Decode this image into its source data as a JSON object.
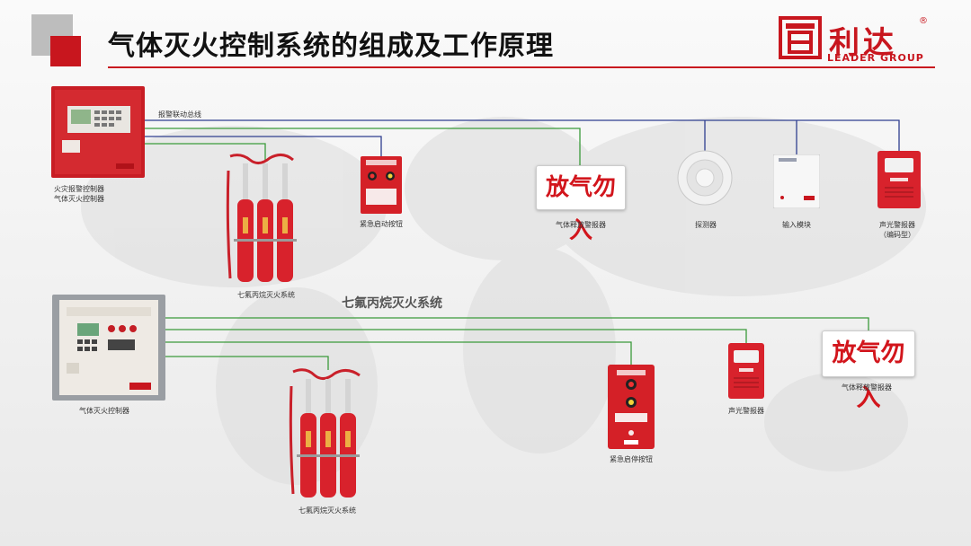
{
  "header": {
    "title": "气体灭火控制系统的组成及工作原理",
    "logo_cn": "利达",
    "logo_en": "LEADER GROUP",
    "logo_mark": "®"
  },
  "colors": {
    "accent_red": "#c8161e",
    "bus_blue": "#2f3e8f",
    "bus_green": "#3a9a3a"
  },
  "top_system": {
    "bus_label": "报警联动总线",
    "devices": [
      {
        "id": "controller",
        "label": "火灾报警控制器\n气体灭火控制器"
      },
      {
        "id": "cylinders",
        "label": "七氟丙烷灭火系统"
      },
      {
        "id": "emergency_button",
        "label": "紧急启动按钮"
      },
      {
        "id": "release_sign",
        "label": "气体释放警报器",
        "sign_text": "放气勿入"
      },
      {
        "id": "detector",
        "label": "探测器"
      },
      {
        "id": "input_module",
        "label": "输入模块"
      },
      {
        "id": "sounder",
        "label": "声光警报器\n（编码型）"
      }
    ]
  },
  "bottom_system": {
    "title": "七氟丙烷灭火系统",
    "devices": [
      {
        "id": "controller",
        "label": "气体灭火控制器"
      },
      {
        "id": "cylinders",
        "label": "七氟丙烷灭火系统"
      },
      {
        "id": "stop_button",
        "label": "紧急启停按钮"
      },
      {
        "id": "sounder",
        "label": "声光警报器"
      },
      {
        "id": "release_sign",
        "label": "气体释放警报器",
        "sign_text": "放气勿入"
      }
    ]
  }
}
